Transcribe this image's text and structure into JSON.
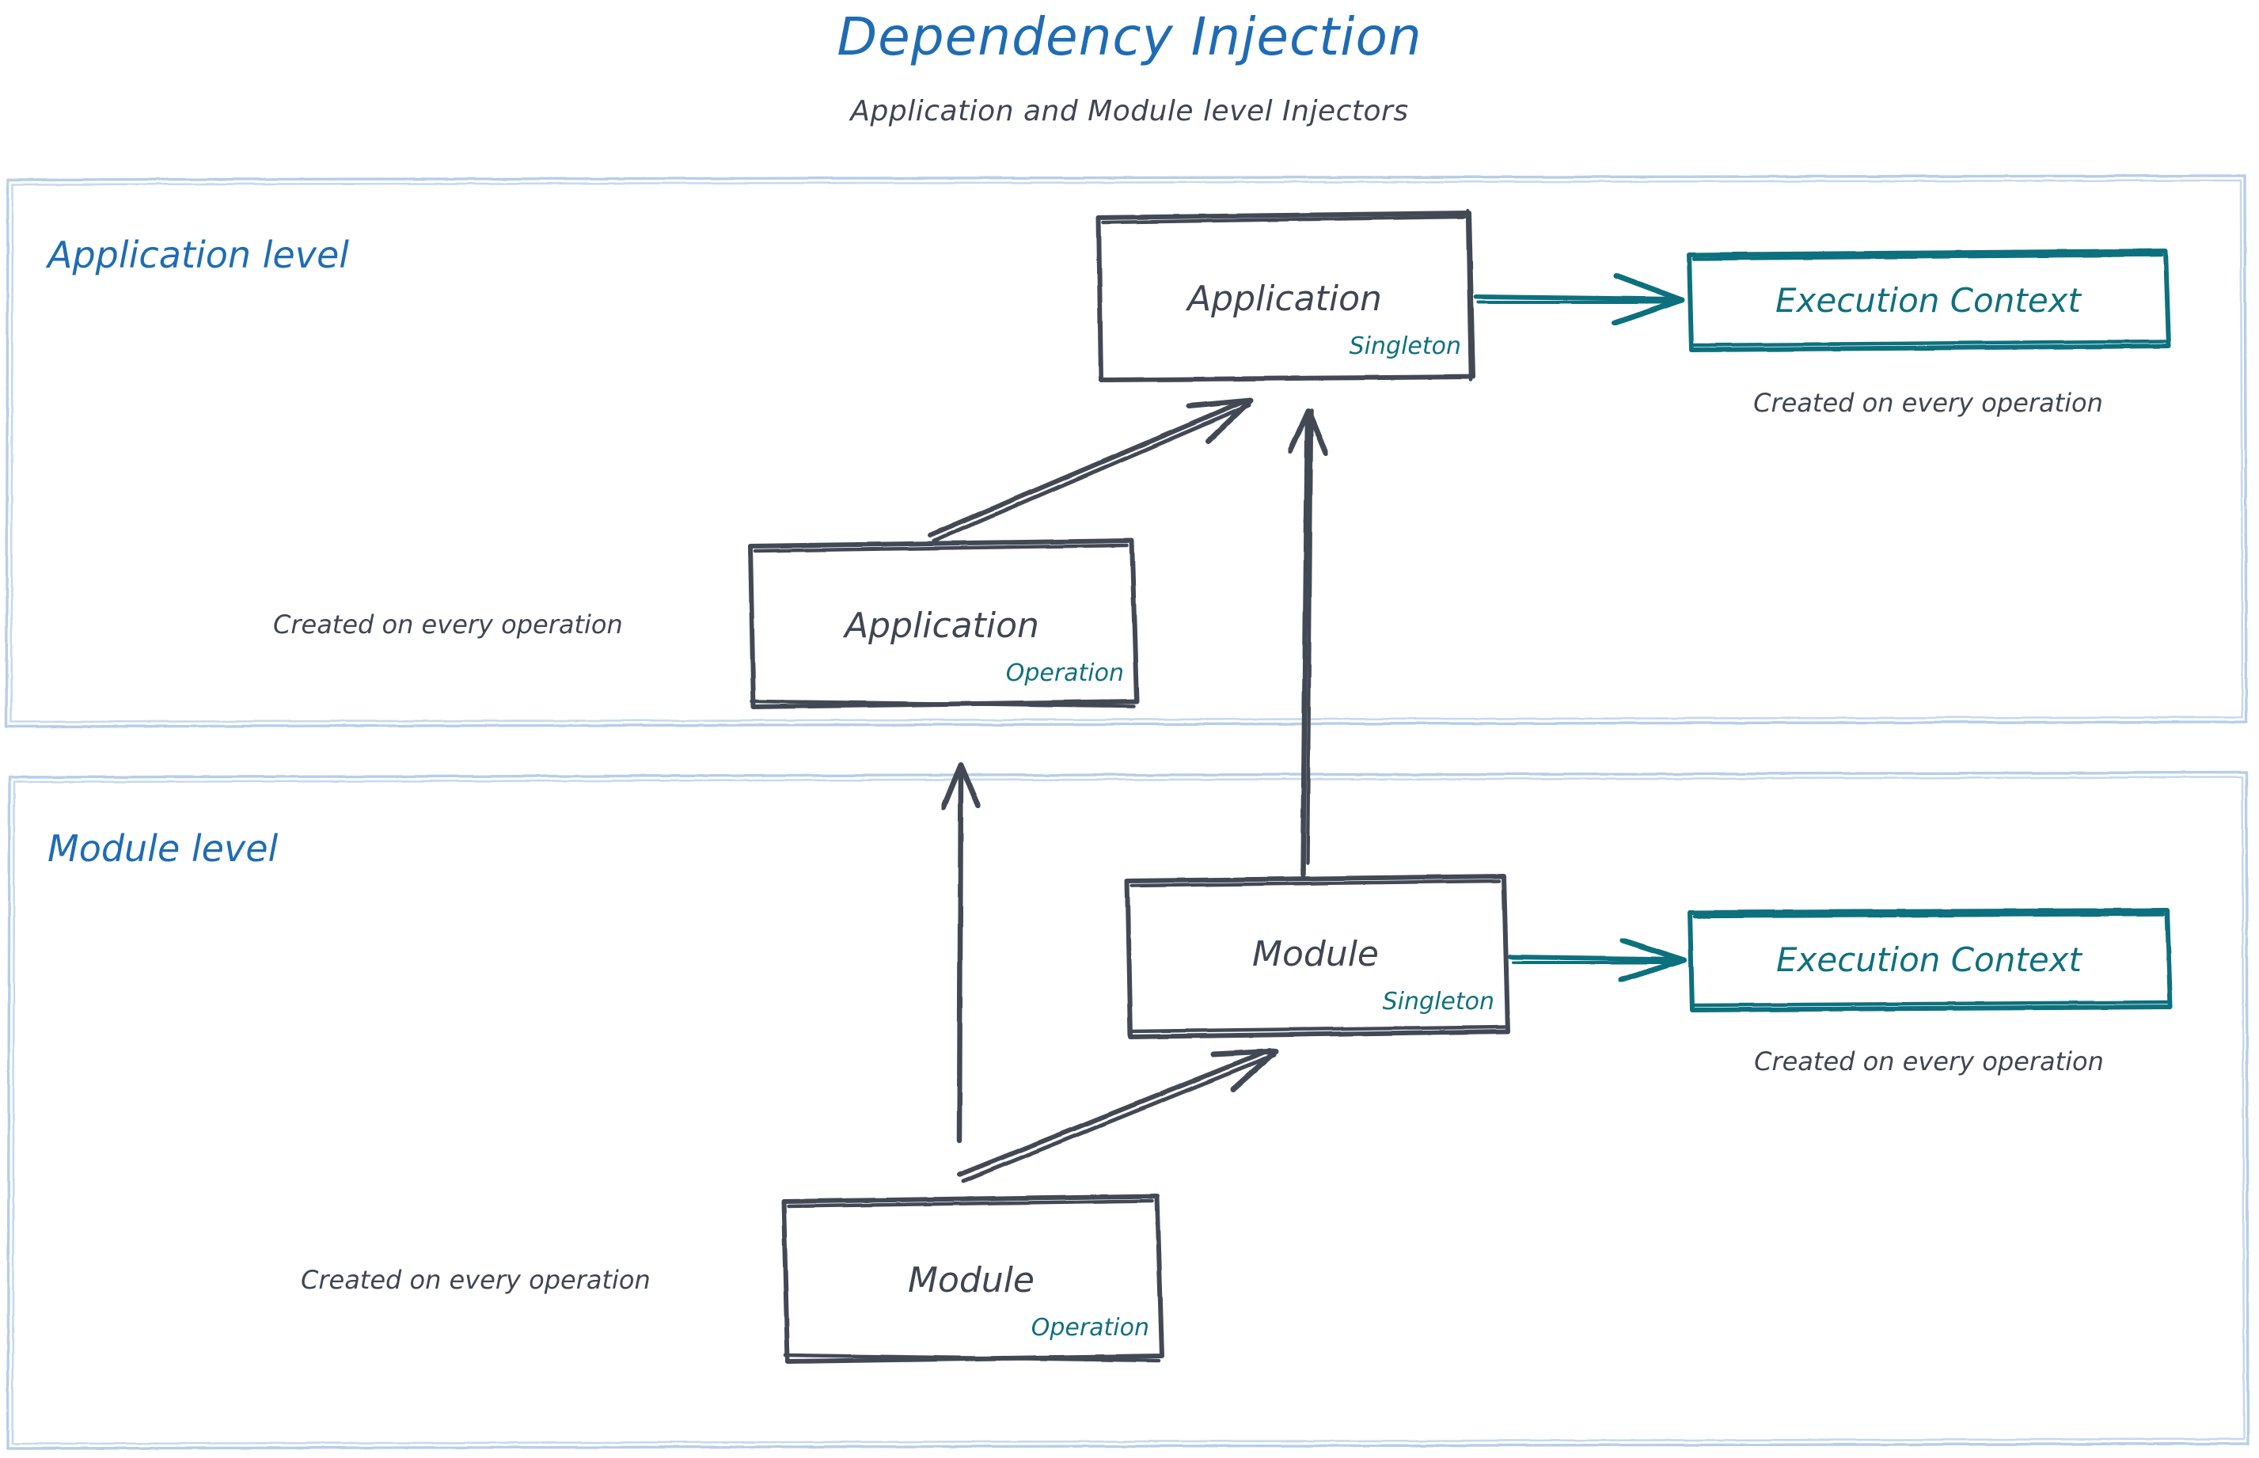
{
  "header": {
    "title": "Dependency Injection",
    "subtitle": "Application and Module level Injectors",
    "title_color": "#1f6cb5",
    "subtitle_color": "#3f4652"
  },
  "colors": {
    "container_border": "#b7cee8",
    "node_stroke": "#434a54",
    "node_text": "#3f4652",
    "accent_teal": "#10707e",
    "heading_blue": "#1f6cb5",
    "background": "#ffffff"
  },
  "sections": [
    {
      "id": "application-level",
      "label": "Application level"
    },
    {
      "id": "module-level",
      "label": "Module level"
    }
  ],
  "nodes": [
    {
      "id": "application-singleton",
      "title": "Application",
      "badge": "Singleton",
      "section": "application-level",
      "style": "node-box"
    },
    {
      "id": "application-execution-context",
      "title": "Execution Context",
      "badge": "",
      "section": "application-level",
      "style": "execution-context-box"
    },
    {
      "id": "application-operation",
      "title": "Application",
      "badge": "Operation",
      "section": "application-level",
      "style": "node-box"
    },
    {
      "id": "module-singleton",
      "title": "Module",
      "badge": "Singleton",
      "section": "module-level",
      "style": "node-box"
    },
    {
      "id": "module-execution-context",
      "title": "Execution Context",
      "badge": "",
      "section": "module-level",
      "style": "execution-context-box"
    },
    {
      "id": "module-operation",
      "title": "Module",
      "badge": "Operation",
      "section": "module-level",
      "style": "node-box"
    }
  ],
  "captions": [
    {
      "id": "caption-application-execution-context",
      "text": "Created on every operation",
      "target": "application-execution-context"
    },
    {
      "id": "caption-application-operation",
      "text": "Created on every operation",
      "target": "application-operation"
    },
    {
      "id": "caption-module-execution-context",
      "text": "Created on every operation",
      "target": "module-execution-context"
    },
    {
      "id": "caption-module-operation",
      "text": "Created on every operation",
      "target": "module-operation"
    }
  ],
  "edges": [
    {
      "id": "edge-app-singleton-to-exec-context",
      "from": "application-singleton",
      "to": "application-execution-context",
      "color": "#10707e",
      "direction": "right"
    },
    {
      "id": "edge-app-operation-to-app-singleton",
      "from": "application-operation",
      "to": "application-singleton",
      "color": "#434a54",
      "direction": "diagonal-up-right"
    },
    {
      "id": "edge-module-singleton-to-app-singleton",
      "from": "module-singleton",
      "to": "application-singleton",
      "color": "#434a54",
      "direction": "up"
    },
    {
      "id": "edge-module-operation-to-app-operation",
      "from": "module-operation",
      "to": "application-operation",
      "color": "#434a54",
      "direction": "up"
    },
    {
      "id": "edge-module-operation-to-module-singleton",
      "from": "module-operation",
      "to": "module-singleton",
      "color": "#434a54",
      "direction": "diagonal-up-right"
    },
    {
      "id": "edge-module-singleton-to-exec-context",
      "from": "module-singleton",
      "to": "module-execution-context",
      "color": "#10707e",
      "direction": "right"
    }
  ]
}
